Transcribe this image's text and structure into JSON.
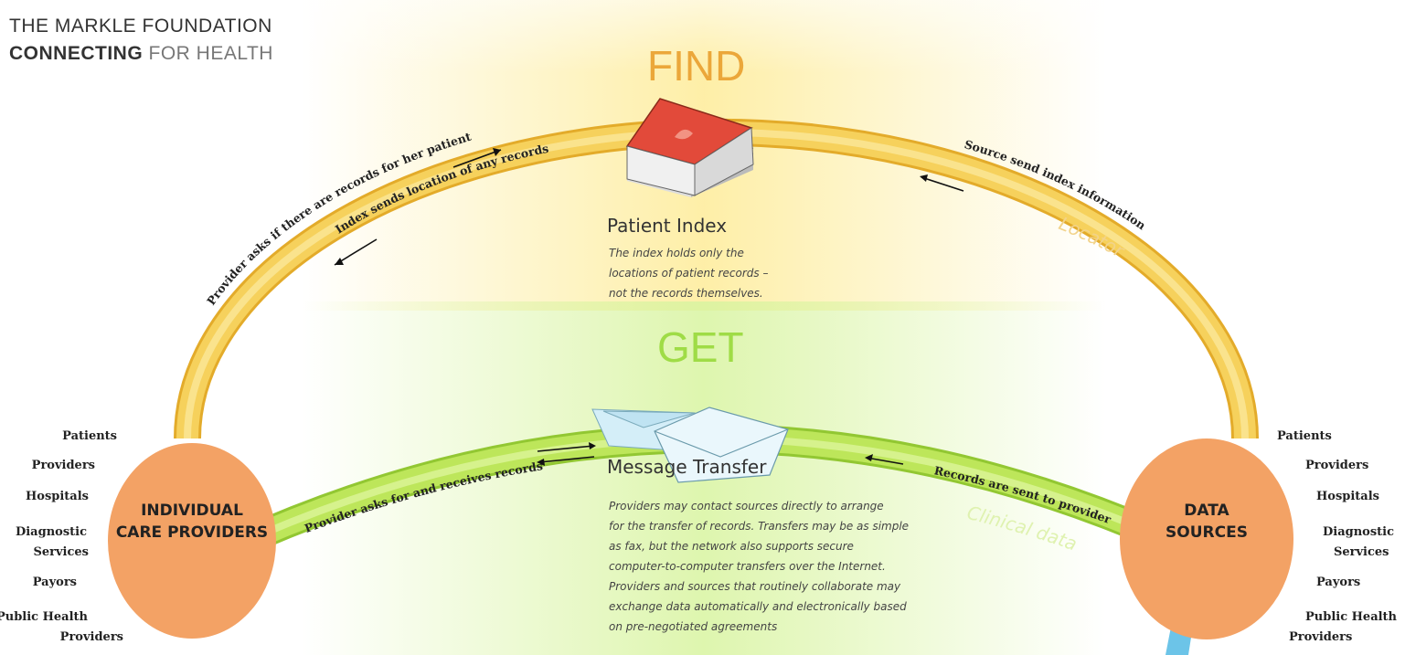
{
  "logo": {
    "line1": "THE MARKLE FOUNDATION",
    "line2_bold": "CONNECTING",
    "line2_light": "FOR HEALTH"
  },
  "find": {
    "label": "FIND"
  },
  "get": {
    "label": "GET"
  },
  "patient_index": {
    "title": "Patient Index",
    "desc_lines": [
      "The index holds only the",
      "locations of patient records –",
      "not the records themselves."
    ]
  },
  "message_transfer": {
    "title": "Message Transfer",
    "desc_lines": [
      "Providers may contact sources directly to arrange",
      "for the transfer of records. Transfers may be as simple",
      "as fax, but the network also supports secure",
      "computer-to-computer transfers over the Internet.",
      "Providers and sources that routinely collaborate may",
      "exchange data automatically and electronically based",
      "on pre-negotiated agreements"
    ]
  },
  "left_node": {
    "line1": "INDIVIDUAL",
    "line2": "CARE PROVIDERS"
  },
  "right_node": {
    "line1": "DATA",
    "line2": "SOURCES"
  },
  "left_list": [
    "Patients",
    "Providers",
    "Hospitals",
    "Diagnostic",
    "Services",
    "Payors",
    "Public Health",
    "Providers"
  ],
  "right_list": [
    "Patients",
    "Providers",
    "Hospitals",
    "Diagnostic",
    "Services",
    "Payors",
    "Public Health",
    "Providers"
  ],
  "arc_labels": {
    "find_left_outer": "Provider asks if there are records for her patient",
    "find_left_inner": "Index sends location of any records",
    "find_right": "Source send index information",
    "locator": "Locator",
    "get_left": "Provider asks for and receives records",
    "get_right": "Records are sent to provider",
    "clinical": "Clinical data"
  },
  "colors": {
    "find_arc": "#f2c43c",
    "find_text": "#e8a21a",
    "get_arc": "#b4e04a",
    "get_text": "#8fd23a",
    "node_fill": "#f5a96a",
    "find_glow": "#fde98a",
    "get_glow": "#d8f4a0"
  }
}
